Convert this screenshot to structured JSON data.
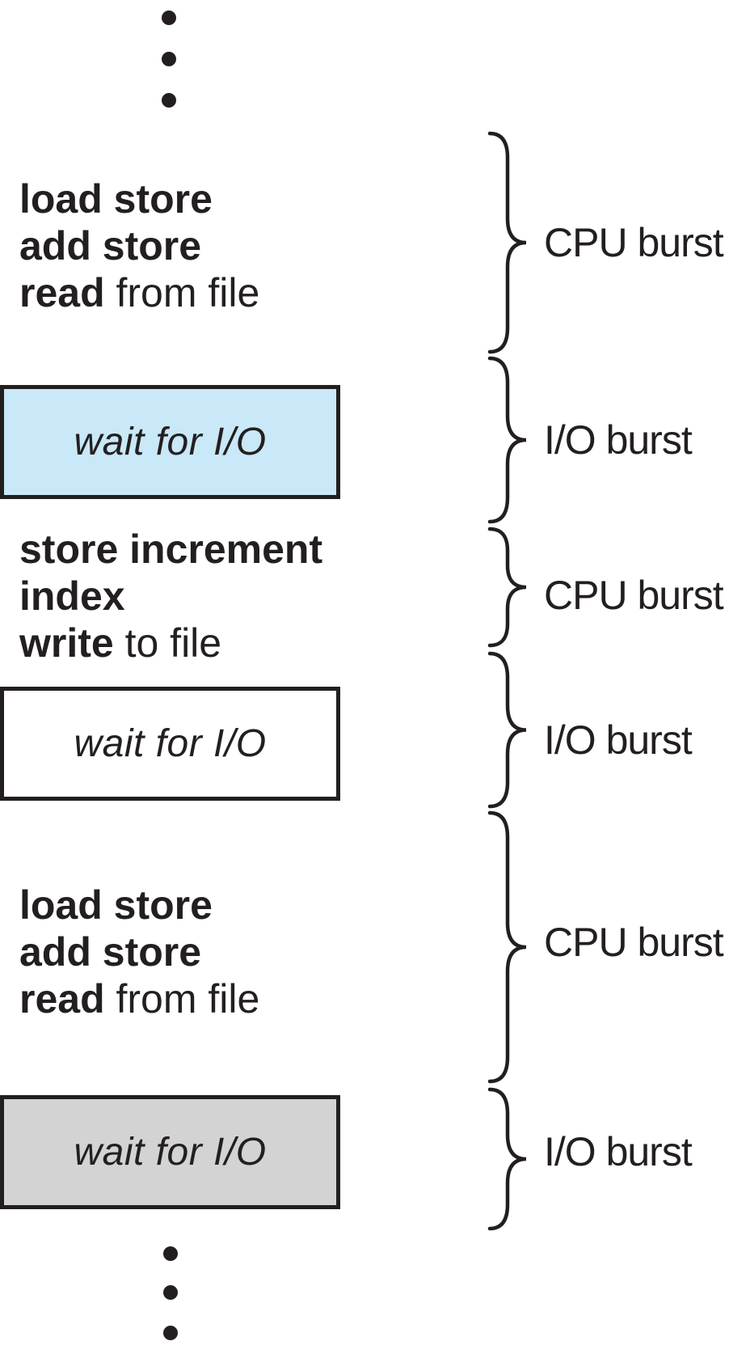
{
  "colors": {
    "ink": "#231f20",
    "background": "#ffffff",
    "io_box_fill_blue": "#c9e8f8",
    "io_box_fill_white": "#ffffff",
    "io_box_fill_gray": "#d3d3d3"
  },
  "ellipsis_top": {
    "count": 3
  },
  "ellipsis_bottom": {
    "count": 3
  },
  "code_blocks": [
    {
      "lines": [
        {
          "bold": "load store",
          "rest": ""
        },
        {
          "bold": "add store",
          "rest": ""
        },
        {
          "bold": "read",
          "rest": " from file"
        }
      ]
    },
    {
      "lines": [
        {
          "bold": "store increment",
          "rest": ""
        },
        {
          "bold": "index",
          "rest": ""
        },
        {
          "bold": "write",
          "rest": " to file"
        }
      ]
    },
    {
      "lines": [
        {
          "bold": "load store",
          "rest": ""
        },
        {
          "bold": "add store",
          "rest": ""
        },
        {
          "bold": "read",
          "rest": " from file"
        }
      ]
    }
  ],
  "io_wait_boxes": [
    {
      "text": "wait for I/O",
      "fill": "#c9e8f8"
    },
    {
      "text": "wait for I/O",
      "fill": "#ffffff"
    },
    {
      "text": "wait for I/O",
      "fill": "#d3d3d3"
    }
  ],
  "burst_labels": [
    {
      "label": "CPU burst"
    },
    {
      "label": "I/O burst"
    },
    {
      "label": "CPU burst"
    },
    {
      "label": "I/O burst"
    },
    {
      "label": "CPU burst"
    },
    {
      "label": "I/O burst"
    }
  ]
}
